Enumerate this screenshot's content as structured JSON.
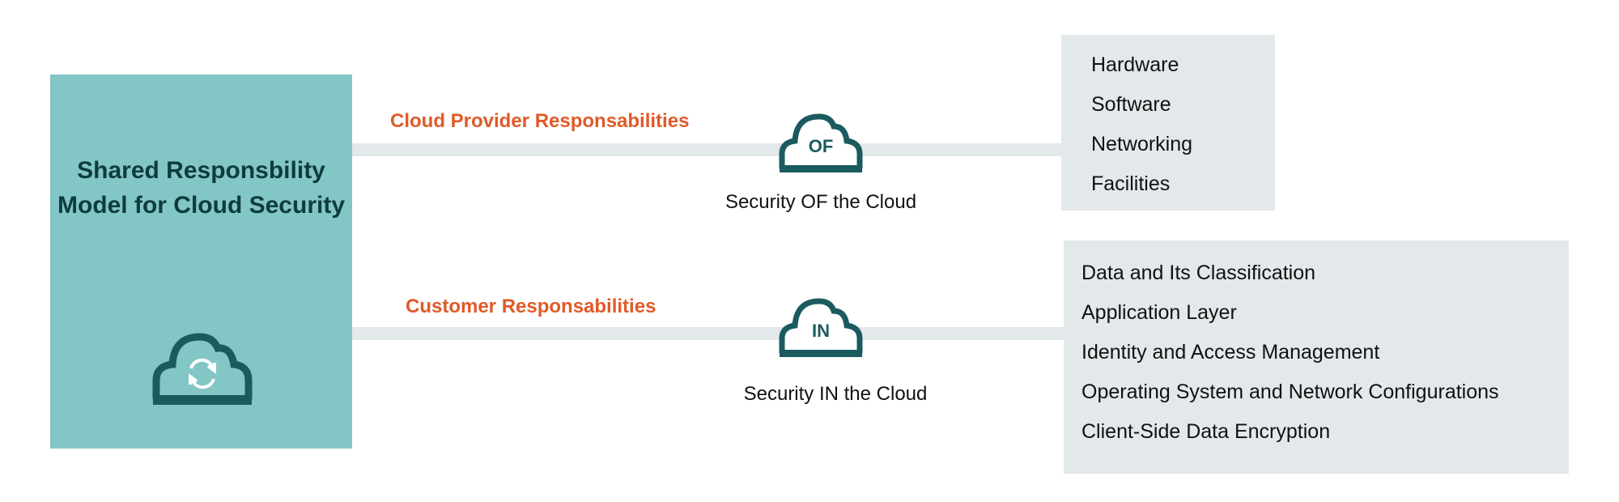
{
  "main": {
    "title": "Shared Responsbility Model for Cloud Security",
    "title_icon": "cloud-sync-icon"
  },
  "provider": {
    "label": "Cloud Provider Responsabilities",
    "badge": "OF",
    "caption": "Security OF the Cloud",
    "items": [
      "Hardware",
      "Software",
      "Networking",
      "Facilities"
    ]
  },
  "customer": {
    "label": "Customer Responsabilities",
    "badge": "IN",
    "caption": "Security IN the Cloud",
    "items": [
      "Data and Its Classification",
      "Application Layer",
      "Identity and Access Management",
      "Operating System and Network Configurations",
      "Client-Side Data Encryption"
    ]
  },
  "colors": {
    "teal": "#82c6c5",
    "dark_teal": "#1b5b5f",
    "orange": "#e05a28",
    "grey": "#e3e8ea"
  }
}
